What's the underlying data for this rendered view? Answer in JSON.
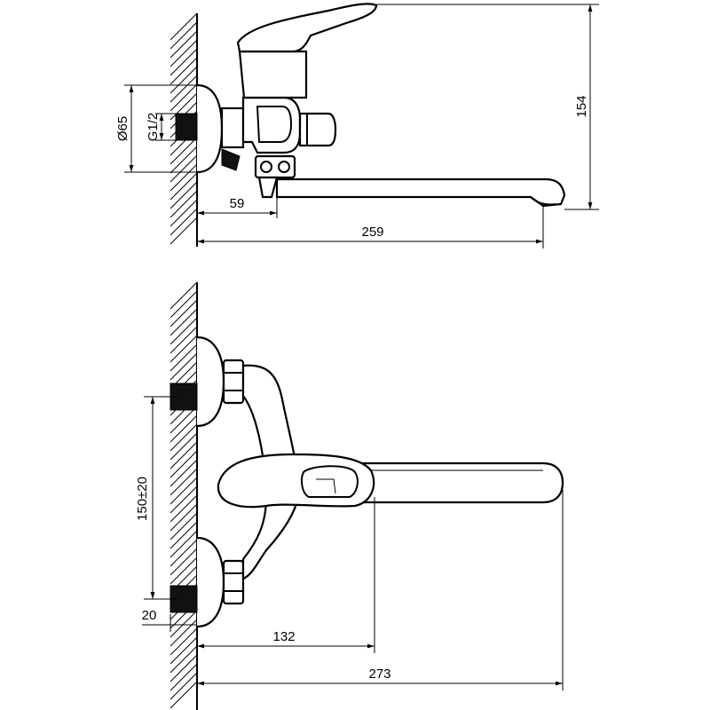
{
  "drawing": {
    "top_view": {
      "dim_total_height": "154",
      "dim_flange_diameter": "Ø65",
      "dim_thread": "G1/2",
      "dim_offset": "59",
      "dim_spout_reach": "259"
    },
    "front_view": {
      "dim_center_distance": "150±20",
      "dim_thread_depth": "20",
      "dim_handle_reach": "132",
      "dim_spout_reach": "273"
    }
  }
}
